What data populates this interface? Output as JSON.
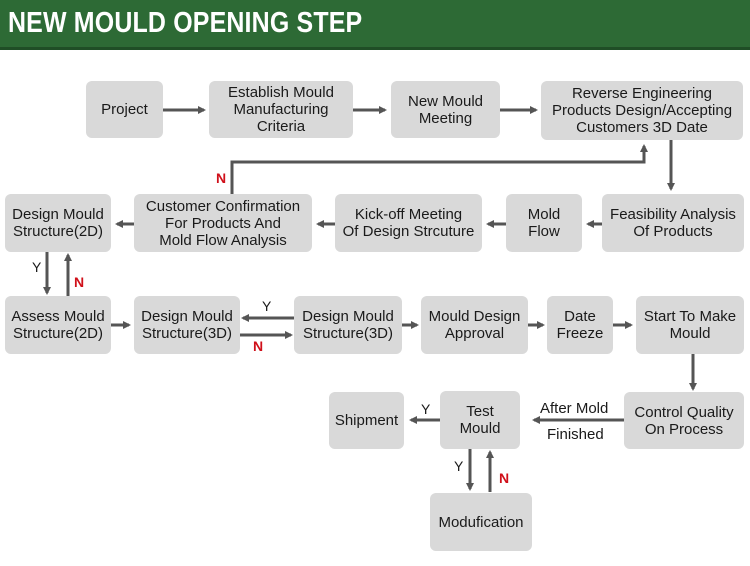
{
  "header": {
    "title": "NEW MOULD OPENING STEP"
  },
  "nodes": {
    "project": "Project",
    "establish": "Establish Mould\nManufacturing\nCriteria",
    "meeting": "New Mould\nMeeting",
    "reverse": "Reverse Engineering\nProducts Design/Accepting\nCustomers 3D Date",
    "feasibility": "Feasibility Analysis\nOf Products",
    "mold_flow": "Mold\nFlow",
    "kickoff": "Kick-off Meeting\nOf Design Strcuture",
    "customer_confirm": "Customer Confirmation\nFor Products And\nMold Flow Analysis",
    "design_2d": "Design Mould\nStructure(2D)",
    "assess_2d": "Assess Mould\nStructure(2D)",
    "design_3d_a": "Design Mould\nStructure(3D)",
    "design_3d_b": "Design Mould\nStructure(3D)",
    "approval": "Mould Design\nApproval",
    "freeze": "Date\nFreeze",
    "start_make": "Start To Make\nMould",
    "quality": "Control Quality\nOn Process",
    "test": "Test\nMould",
    "shipment": "Shipment",
    "modification": "Modufication"
  },
  "edge_labels": {
    "n": "N",
    "y": "Y",
    "after_mold": "After Mold",
    "finished": "Finished"
  },
  "colors": {
    "header_bg": "#2d6a35",
    "node_bg": "#d9d9d9",
    "arrow": "#555555",
    "no_label": "#d0101a"
  }
}
